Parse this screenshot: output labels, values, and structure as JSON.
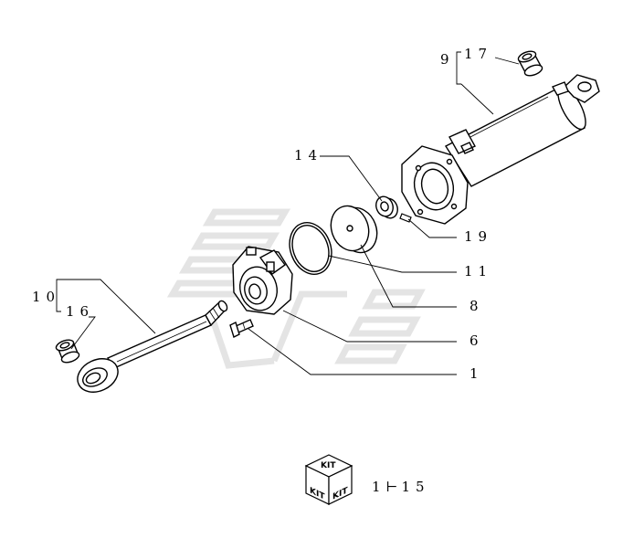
{
  "callouts": {
    "c9": "9",
    "c17": "17",
    "c14": "14",
    "c19": "19",
    "c11": "11",
    "c8": "8",
    "c6": "6",
    "c1": "1",
    "c10": "10",
    "c16": "16"
  },
  "kit": {
    "label": "KIT",
    "range_start": "1",
    "range_end": "15"
  },
  "colors": {
    "line": "#000000",
    "watermark": "#e6e6e6"
  }
}
